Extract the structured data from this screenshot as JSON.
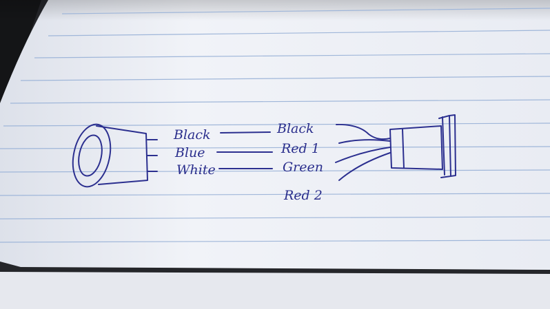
{
  "left_connector": {
    "wires": [
      "Black",
      "Blue",
      "White"
    ]
  },
  "right_connector": {
    "wires": [
      "Black",
      "Red 1",
      "Green",
      "Red 2"
    ]
  },
  "colors": {
    "ink": "#2b2f8f",
    "paper": "#eef0f6",
    "rule_lines": "#9fb6d9",
    "background": "#2a2b2e"
  }
}
